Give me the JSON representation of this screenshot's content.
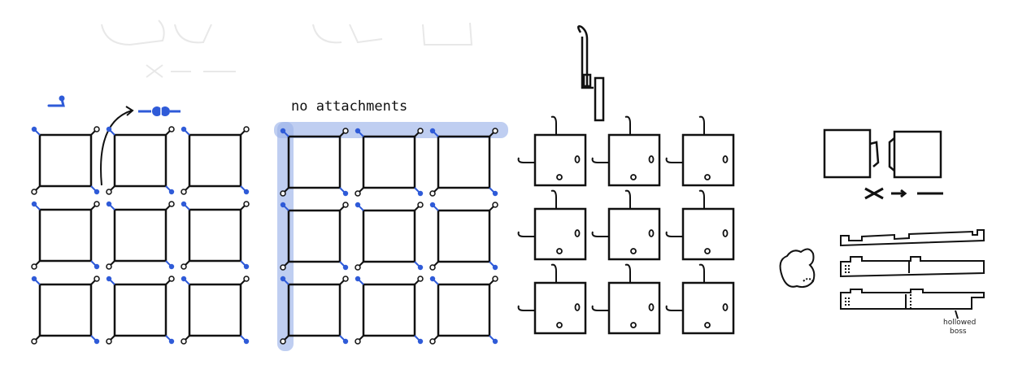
{
  "annotations": {
    "no_attachments_label": "no attachments",
    "hollowed_label_line1": "hollowed",
    "hollowed_label_line2": "boss"
  },
  "colors": {
    "ink": "#111111",
    "blue_accent": "#2f5bd8",
    "highlight": "#9db3ea"
  },
  "icons": {
    "blue_joint_icon": "pin-joint-icon",
    "blue_connector_icon": "connector-plug-icon",
    "transform_arrow_icon": "x-arrow-dash-icon"
  }
}
